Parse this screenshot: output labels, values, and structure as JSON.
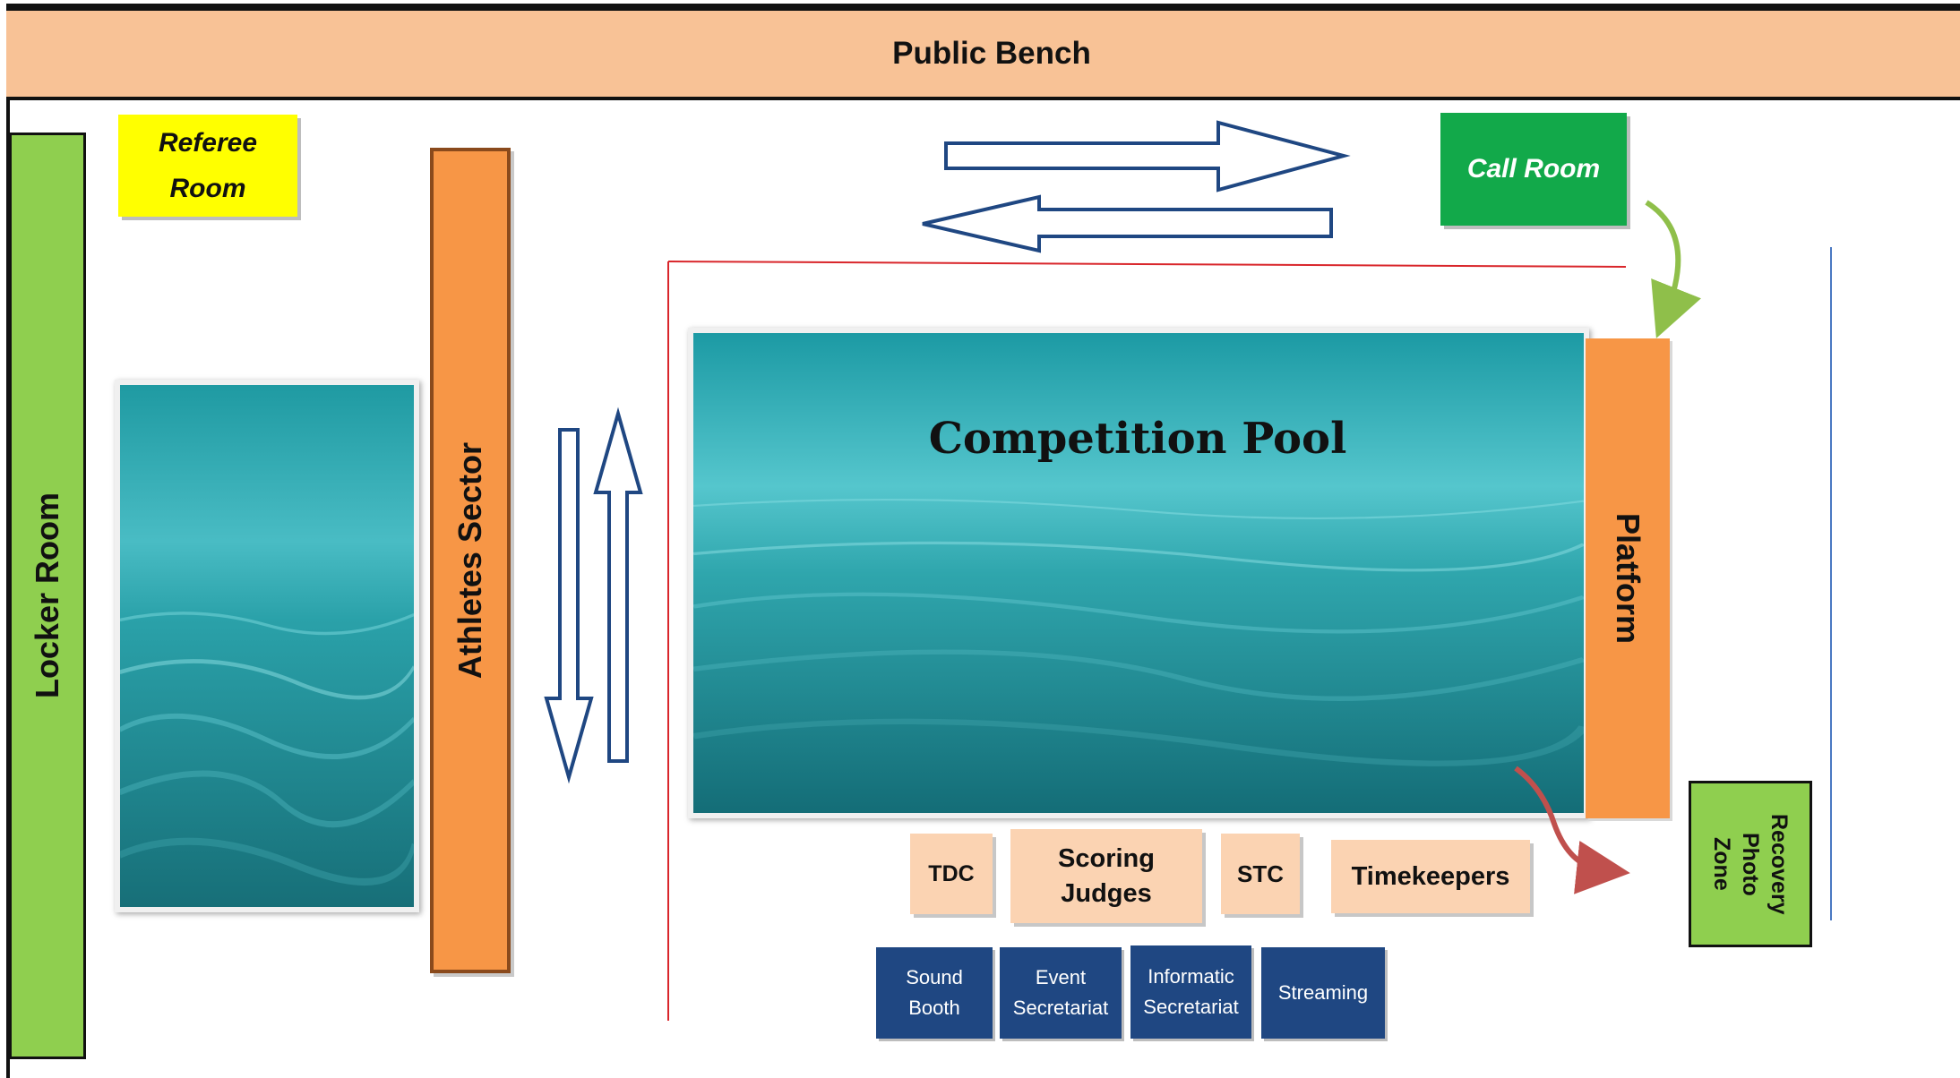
{
  "zones": {
    "public_bench": "Public Bench",
    "locker_room": "Locker Room",
    "referee_room_line1": "Referee",
    "referee_room_line2": "Room",
    "athletes_sector": "Athletes Sector",
    "competition_pool": "Competition Pool",
    "platform": "Platform",
    "call_room": "Call Room",
    "recovery_photo_zone_line1": "Recovery",
    "recovery_photo_zone_line2": "Photo",
    "recovery_photo_zone_line3": "Zone"
  },
  "officials": {
    "tdc": "TDC",
    "scoring_judges_line1": "Scoring",
    "scoring_judges_line2": "Judges",
    "stc": "STC",
    "timekeepers": "Timekeepers"
  },
  "services": {
    "sound_booth_line1": "Sound",
    "sound_booth_line2": "Booth",
    "event_secretariat_line1": "Event",
    "event_secretariat_line2": "Secretariat",
    "informatic_secretariat_line1": "Informatic",
    "informatic_secretariat_line2": "Secretariat",
    "streaming": "Streaming"
  },
  "colors": {
    "public_bench": "#f8c296",
    "green_zone": "#8fcf4f",
    "referee_room": "#ffff00",
    "orange_zone": "#f79646",
    "call_room": "#12a94a",
    "officials": "#fbd3b2",
    "services": "#1f4782",
    "flow_arrow": "#1f4782",
    "call_arrow": "#8fbf4a",
    "exit_arrow": "#c0504d",
    "boundary_red": "#d9262b",
    "boundary_blue": "#4a78c2"
  }
}
